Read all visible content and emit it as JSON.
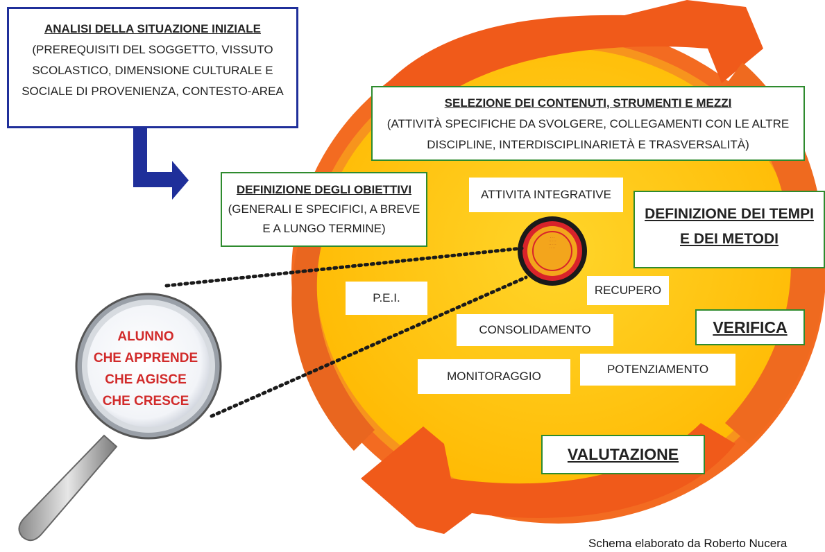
{
  "analisi": {
    "title": "ANALISI DELLA SITUAZIONE INIZIALE",
    "line1": "(PREREQUISITI DEL SOGGETTO, VISSUTO",
    "line2": "SCOLASTICO, DIMENSIONE CULTURALE E",
    "line3": "SOCIALE DI PROVENIENZA, CONTESTO-AREA"
  },
  "selezione": {
    "title": "SELEZIONE DEI CONTENUTI, STRUMENTI E MEZZI",
    "line1": "(ATTIVITÀ SPECIFICHE DA SVOLGERE, COLLEGAMENTI CON LE ALTRE",
    "line2": "DISCIPLINE, INTERDISCIPLINARIETÀ E TRASVERSALITÀ)"
  },
  "obiettivi": {
    "title": "DEFINIZIONE DEGLI OBIETTIVI",
    "line1": "(GENERALI E SPECIFICI, A BREVE",
    "line2": "E A LUNGO TERMINE)"
  },
  "tempi": {
    "line1": "DEFINIZIONE DEI TEMPI",
    "line2": "E DEI METODI"
  },
  "verifica": "VERIFICA",
  "valutazione": "VALUTAZIONE",
  "labels": {
    "integrative": "ATTIVITA INTEGRATIVE",
    "pei": "P.E.I.",
    "recupero": "RECUPERO",
    "consolidamento": "CONSOLIDAMENTO",
    "monitoraggio": "MONITORAGGIO",
    "potenziamento": "POTENZIAMENTO"
  },
  "lens": {
    "line1": "ALUNNO",
    "line2": "CHE APPRENDE",
    "line3": "CHE AGISCE",
    "line4": "CHE CRESCE"
  },
  "credit": "Schema elaborato da Roberto Nucera",
  "colors": {
    "circle_fill": "#ffc20e",
    "ring_orange": "#f26f22",
    "arrow_orange": "#f05a1a",
    "blue_border": "#1f2f9a",
    "green_border": "#2e8b2e",
    "lens_text": "#d12a2a"
  }
}
